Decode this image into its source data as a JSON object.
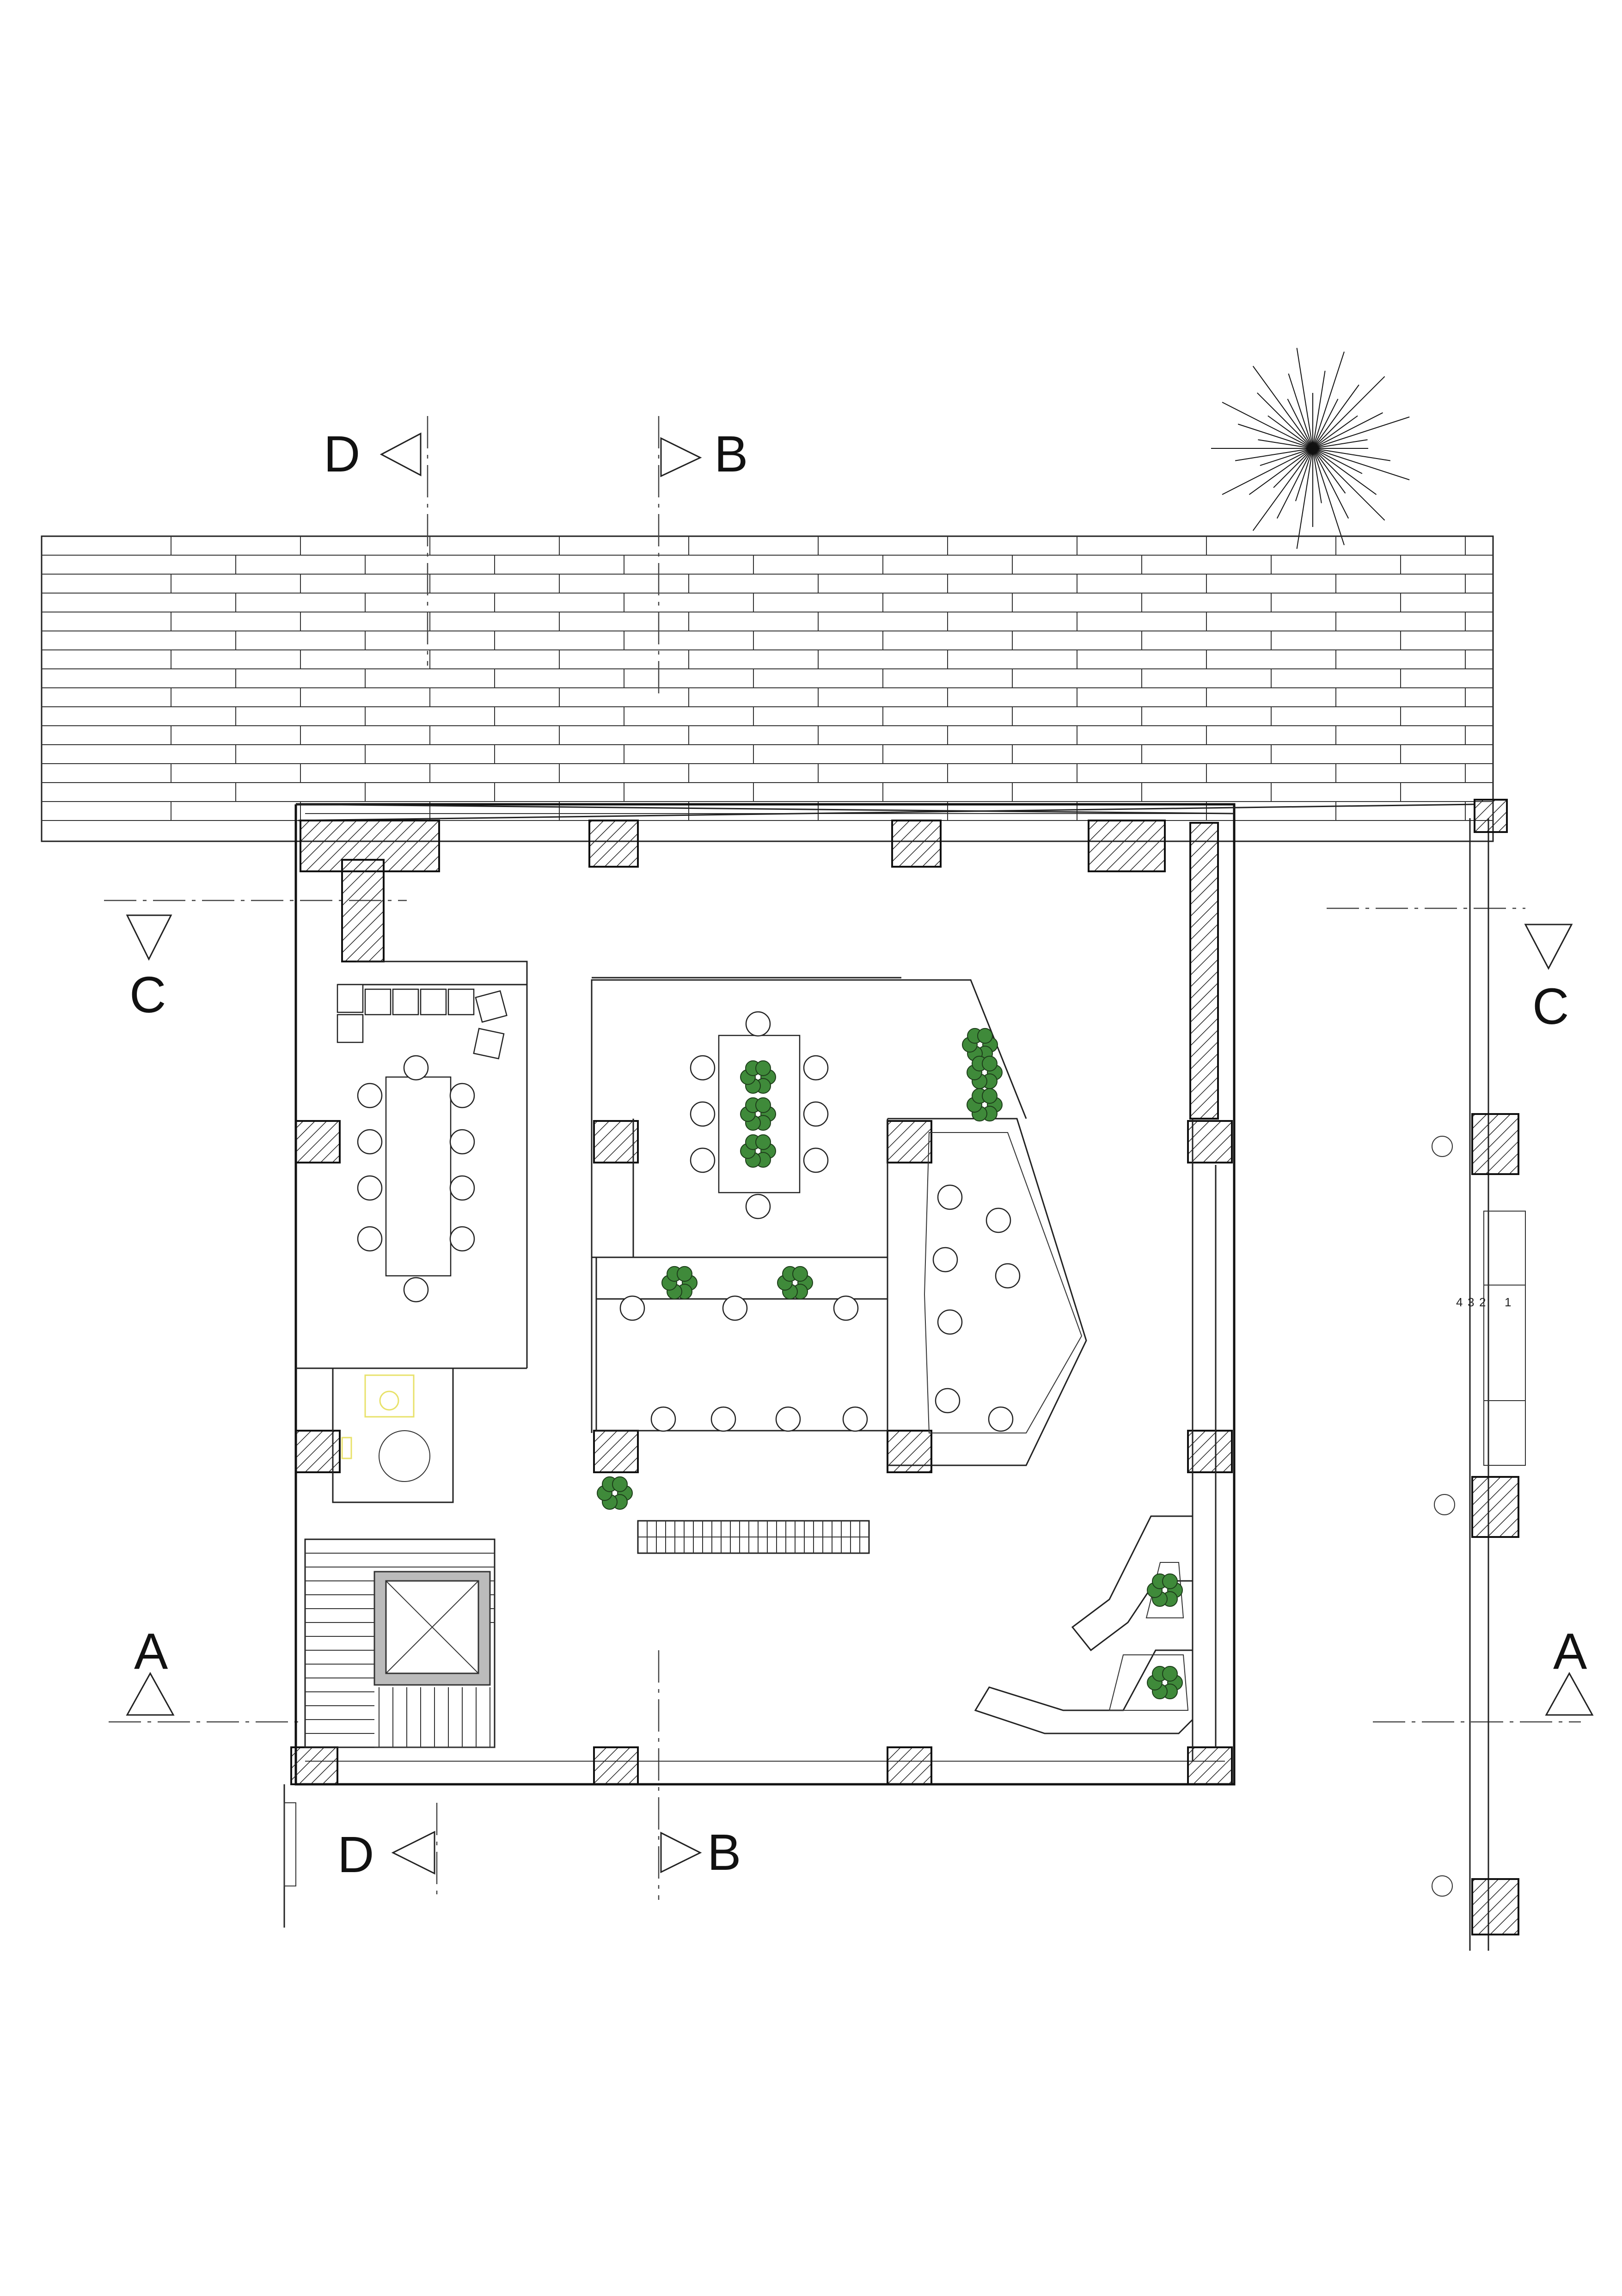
{
  "section_markers": {
    "d_top": "D",
    "b_top": "B",
    "c_left": "C",
    "c_right": "C",
    "a_left": "A",
    "a_right": "A",
    "d_bottom": "D",
    "b_bottom": "B"
  },
  "stair_numbers": [
    "4",
    "3",
    "2",
    "1"
  ],
  "colors": {
    "line": "#222222",
    "plant_green": "#3f8a3a",
    "wc_yellow": "#e8e26a",
    "background": "#ffffff"
  },
  "icons": [
    "tree-symbol-icon",
    "plant-icon",
    "chair-icon",
    "section-arrow-icon"
  ]
}
